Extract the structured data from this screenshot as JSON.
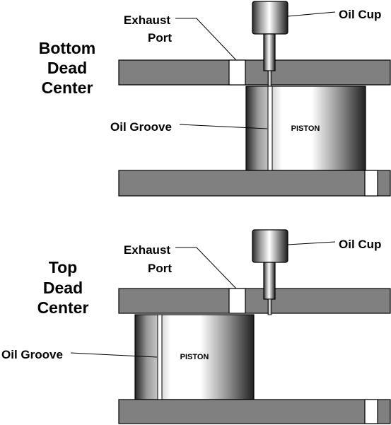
{
  "sections": [
    {
      "title_lines": [
        "Bottom",
        "Dead",
        "Center"
      ],
      "exhaust_port_lines": [
        "Exhaust",
        "Port"
      ],
      "oil_cup": "Oil Cup",
      "oil_groove": "Oil Groove",
      "piston": "PISTON"
    },
    {
      "title_lines": [
        "Top",
        "Dead",
        "Center"
      ],
      "exhaust_port_lines": [
        "Exhaust",
        "Port"
      ],
      "oil_cup": "Oil Cup",
      "oil_groove": "Oil Groove",
      "piston": "PISTON"
    }
  ],
  "colors": {
    "plate": "#808080",
    "outline": "#000000",
    "port": "#ffffff",
    "cylinder_dark": "#1e1e1e",
    "cylinder_light": "#ffffff"
  }
}
